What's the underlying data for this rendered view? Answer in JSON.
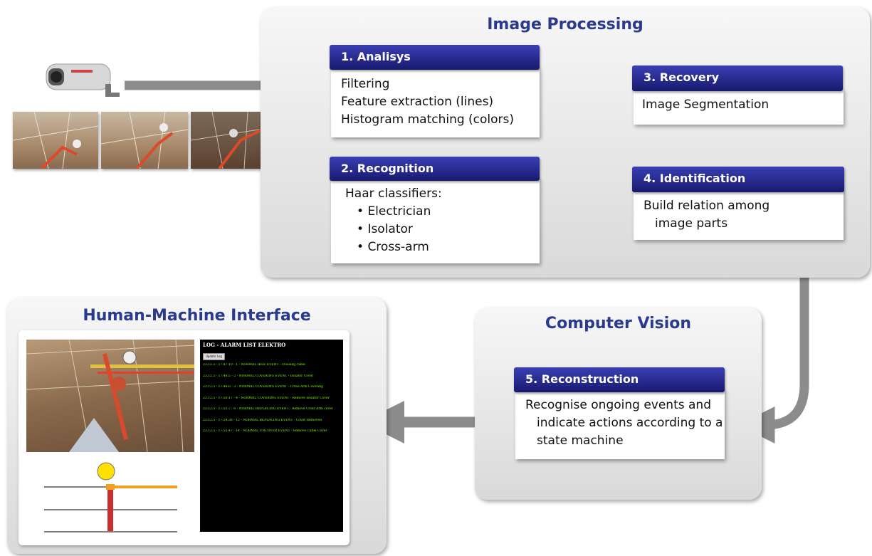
{
  "image_processing": {
    "title": "Image Processing",
    "analysis": {
      "header": "1. Analisys",
      "lines": [
        "Filtering",
        "Feature extraction (lines)",
        "Histogram matching (colors)"
      ]
    },
    "recognition": {
      "header": "2. Recognition",
      "intro": "Haar classifiers:",
      "items": [
        "Electrician",
        "Isolator",
        "Cross-arm"
      ]
    },
    "recovery": {
      "header": "3. Recovery",
      "text": "Image Segmentation"
    },
    "identification": {
      "header": "4. Identification",
      "lines": [
        "Build relation among",
        "image parts"
      ]
    }
  },
  "computer_vision": {
    "title": "Computer Vision",
    "reconstruction": {
      "header": "5. Reconstruction",
      "lines": [
        "Recognise ongoing events and",
        "indicate actions according to a",
        "state machine"
      ]
    }
  },
  "hmi": {
    "title": "Human-Machine  Interface",
    "log_title": "LOG - ALARM LIST ELEKTRO",
    "log_button": "Update Log",
    "log_lines": [
      "23.12.5 - 17:47:10 - 1 - NORMAL IDLE EVENT - crossing cable",
      "23.12.5 - 17:48:5 - 2 - NORMAL COVERING EVENT - Isolator Cover",
      "23.12.5 - 17:48:6 - 3 - NORMAL COVERING EVENT - Cross Arm Covering",
      "23.12.5 - 17:50:17 - 4 - NORMAL COVERING EVENT - Remove Isolator Cover",
      "23.12.5 - 17:51:7 - 6 - NORMAL REPLACING EVENT - Remove Cross Arm cover",
      "23.12.5 - 17:54:36 - 12 - NORMAL REPLACING EVENT - Cover Removed",
      "23.12.5 - 17:55:47 - 14 - NORMAL UNCOVER EVENT - Remove Cable Cover"
    ]
  },
  "colors": {
    "title_blue": "#2a3a8c",
    "header_blue": "#1e2180",
    "arrow_gray": "#8c8c8c",
    "log_green": "#7CFC00",
    "indicator_yellow": "#ffe000"
  }
}
